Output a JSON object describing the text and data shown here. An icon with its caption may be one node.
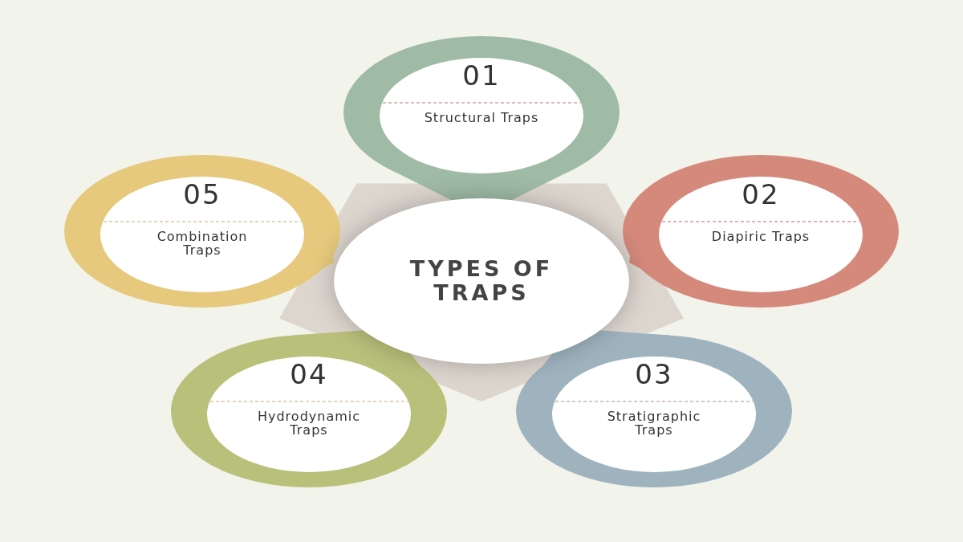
{
  "diagram": {
    "nodes": [
      {
        "text": [
          "TYPES OF TRAPS"
        ]
      },
      {
        "text": [
          "01",
          "Structural Traps"
        ]
      },
      {
        "text": [
          "02",
          "Diapiric Traps"
        ]
      },
      {
        "text": [
          "03",
          "Stratigraphic Traps"
        ]
      },
      {
        "text": [
          "04",
          "Hydrodynamic Traps"
        ]
      },
      {
        "text": [
          "05",
          "Combination Traps"
        ]
      }
    ]
  }
}
